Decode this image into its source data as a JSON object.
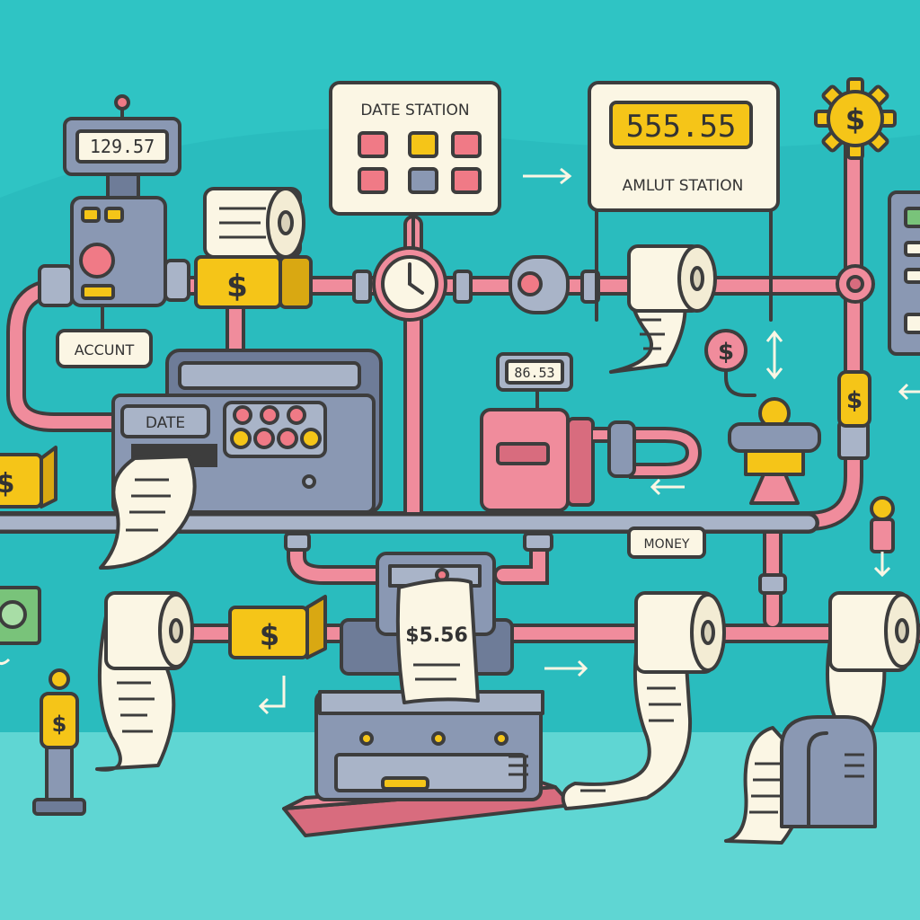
{
  "labels": {
    "date_station": "DATE STATION",
    "amount_display": "555.55",
    "amount_station": "AMLUT STATION",
    "account": "ACCUNT",
    "date": "DATE",
    "money": "MONEY",
    "counter_display": "129.57",
    "small_display": "86.53",
    "receipt_amount": "$5.56",
    "dollar": "$"
  },
  "colors": {
    "background": "#2fc4c4",
    "floor": "#5fd6d3",
    "pipe": "#f08c9c",
    "pipe_dark": "#d86c7e",
    "machine": "#8a98b3",
    "machine_dark": "#6e7c98",
    "yellow": "#f5c518",
    "paper": "#fbf6e4",
    "outline": "#3d3d3d",
    "red_button": "#f07a86"
  },
  "icons": [
    "dollar-icon",
    "clock-icon",
    "gear-icon",
    "coin-icon",
    "arrow-icon",
    "receipt-roll-icon"
  ]
}
